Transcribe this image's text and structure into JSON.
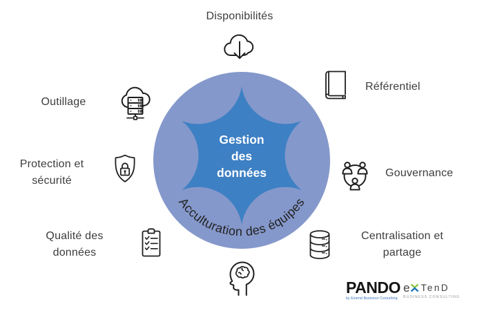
{
  "diagram": {
    "center": {
      "title_line1": "Gestion",
      "title_line2": "des",
      "title_line3": "données",
      "curved_text": "Acculturation des équipes",
      "circle_color": "#8598cb",
      "star_color": "#3d80c4",
      "title_color": "#ffffff",
      "curved_text_color": "#222222"
    },
    "labels": {
      "top": "Disponibilités",
      "top_left": "Outillage",
      "top_right": "Référentiel",
      "right": "Gouvernance",
      "left_line1": "Protection et",
      "left_line2": "sécurité",
      "bottom_left_line1": "Qualité des",
      "bottom_left_line2": "données",
      "bottom_right_line1": "Centralisation et",
      "bottom_right_line2": "partage"
    },
    "icon_names": [
      "cloud-download-icon",
      "cloud-server-icon",
      "book-icon",
      "people-group-icon",
      "database-icon",
      "head-brain-icon",
      "clipboard-checklist-icon",
      "shield-lock-icon"
    ],
    "icon_color": "#1e1e1e"
  },
  "logos": {
    "pando": {
      "name": "PANDO",
      "tagline": "by Extend Business Consulting"
    },
    "extend": {
      "prefix": "e",
      "suffix": "TenD",
      "subtitle": "BUSINESS CONSULTING",
      "x_green": "#8dc63f",
      "x_blue": "#1b75bb"
    }
  }
}
